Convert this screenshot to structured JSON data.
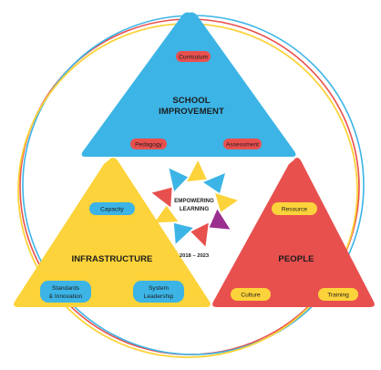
{
  "colors": {
    "blue": "#3cb4e6",
    "yellow": "#fcd33a",
    "red": "#e8504e",
    "purple": "#9b2f8e",
    "ring_red": "#e8504e",
    "ring_blue": "#3cb4e6",
    "ring_yellow": "#fcd33a"
  },
  "center": {
    "line1": "EMPOWERING",
    "line2": "LEARNING",
    "years": "2018 – 2023"
  },
  "school_improvement": {
    "title_line1": "SCHOOL",
    "title_line2": "IMPROVEMENT",
    "pills": [
      "Curriculum",
      "Pedagogy",
      "Assessment"
    ]
  },
  "infrastructure": {
    "title": "INFRASTRUCTURE",
    "pills": [
      "Capacity"
    ],
    "bottom_left_line1": "Standards",
    "bottom_left_line2": "& Innovation",
    "bottom_right_line1": "System",
    "bottom_right_line2": "Leadership"
  },
  "people": {
    "title": "PEOPLE",
    "pills": [
      "Resource",
      "Culture",
      "Training"
    ]
  }
}
